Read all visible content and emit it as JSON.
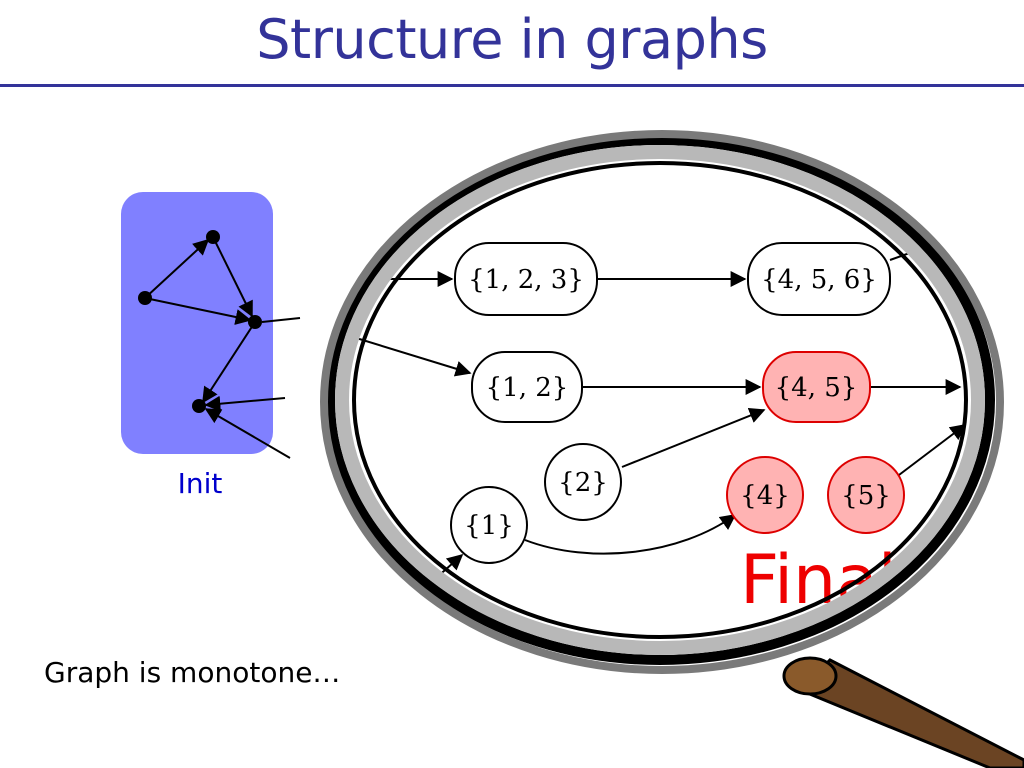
{
  "slide": {
    "title": "Structure in graphs",
    "init_label": "Init",
    "caption": "Graph is monotone…",
    "final_label": "Final"
  },
  "nodes": [
    {
      "id": "n123",
      "label": "{1, 2, 3}",
      "final": false
    },
    {
      "id": "n456",
      "label": "{4, 5, 6}",
      "final": false
    },
    {
      "id": "n12",
      "label": "{1, 2}",
      "final": false
    },
    {
      "id": "n45",
      "label": "{4, 5}",
      "final": true
    },
    {
      "id": "n2",
      "label": "{2}",
      "final": false
    },
    {
      "id": "n4",
      "label": "{4}",
      "final": true
    },
    {
      "id": "n5",
      "label": "{5}",
      "final": true
    },
    {
      "id": "n1",
      "label": "{1}",
      "final": false
    }
  ],
  "colors": {
    "title": "#333399",
    "init_box": "#8080ff",
    "init_label": "#0000cc",
    "final_node_fill": "#ffb3b3",
    "final_node_stroke": "#dd0000",
    "final_text": "#ee0000"
  },
  "icons": [
    "magnifying-glass-icon"
  ]
}
